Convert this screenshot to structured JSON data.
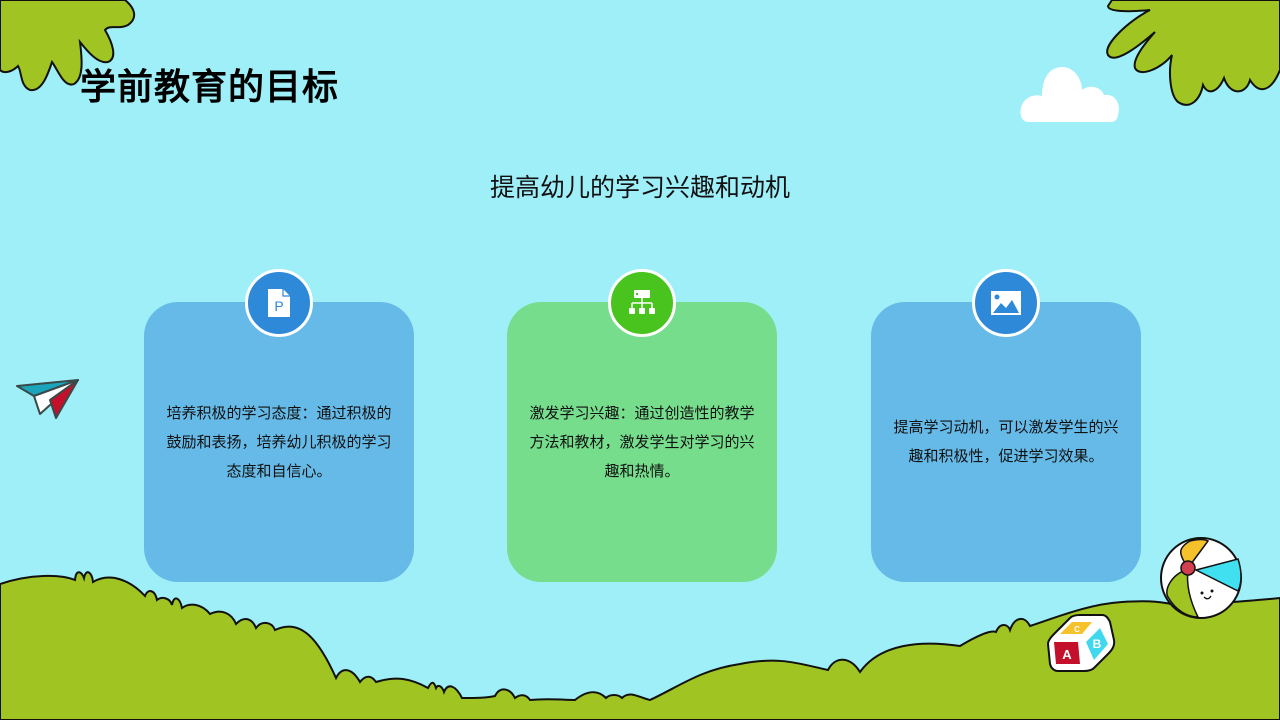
{
  "page": {
    "title": "学前教育的目标",
    "subtitle": "提高幼儿的学习兴趣和动机"
  },
  "cards": [
    {
      "icon": "document-p-icon",
      "text": "培养积极的学习态度：通过积极的鼓励和表扬，培养幼儿积极的学习态度和自信心。",
      "bg_color": "#66BAE8",
      "badge_color": "#2F89D9"
    },
    {
      "icon": "hierarchy-icon",
      "text": "激发学习兴趣：通过创造性的教学方法和教材，激发学生对学习的兴趣和热情。",
      "bg_color": "#76DD8C",
      "badge_color": "#49C41E"
    },
    {
      "icon": "image-icon",
      "text": "提高学习动机，可以激发学生的兴趣和积极性，促进学习效果。",
      "bg_color": "#66BAE8",
      "badge_color": "#2F89D9"
    }
  ],
  "decorations": {
    "block_letters": [
      "A",
      "B",
      "C"
    ],
    "colors": {
      "sky": "#9FEFF8",
      "grass": "#A0C523",
      "cloud": "#FFFFFF"
    }
  }
}
